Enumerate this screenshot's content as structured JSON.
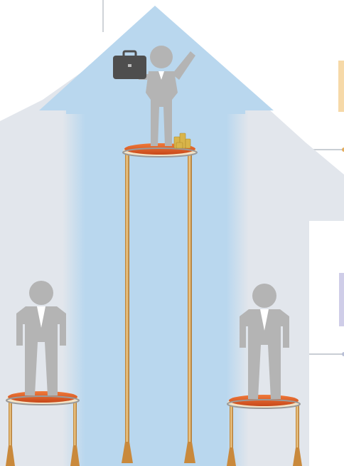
{
  "scene": {
    "figures": [
      {
        "id": "left",
        "pose": "standing",
        "holds": []
      },
      {
        "id": "center",
        "pose": "waving",
        "holds": [
          "briefcase",
          "coins"
        ]
      },
      {
        "id": "right",
        "pose": "standing",
        "holds": []
      }
    ],
    "colors": {
      "background": "#ffffff",
      "house_gray": "#e2e6ec",
      "arrow_blue": "#b9d7ee",
      "person_gray": "#b4b4b4",
      "platform_orange": "#e25d1d",
      "pole_gold": "#e4ac5c",
      "briefcase": "#4e4e4e",
      "coin_gold": "#d9b54a"
    }
  }
}
